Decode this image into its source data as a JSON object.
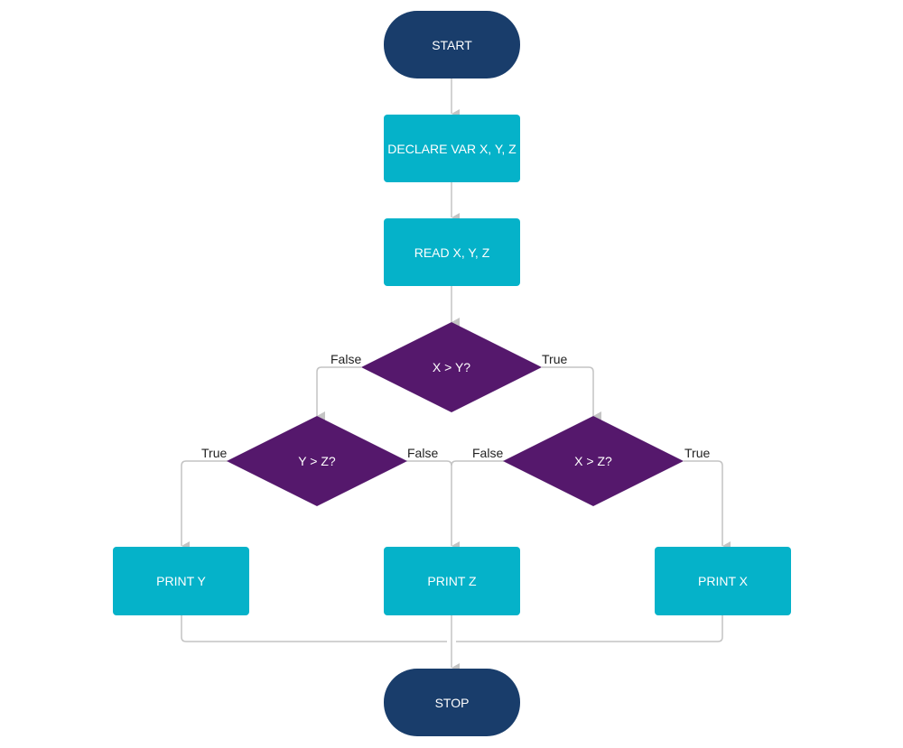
{
  "colors": {
    "terminal": "#193d6b",
    "process": "#05b2c9",
    "decision": "#55186c",
    "connector": "#c4c4c4",
    "node_text": "#ffffff",
    "label_text": "#222222"
  },
  "nodes": {
    "start": "START",
    "declare": "DECLARE VAR X, Y, Z",
    "read": "READ X, Y, Z",
    "decision_xy": "X > Y?",
    "decision_yz": "Y > Z?",
    "decision_xz": "X > Z?",
    "print_y": "PRINT Y",
    "print_z": "PRINT Z",
    "print_x": "PRINT X",
    "stop": "STOP"
  },
  "edge_labels": {
    "xy_false": "False",
    "xy_true": "True",
    "yz_true": "True",
    "yz_false": "False",
    "xz_false": "False",
    "xz_true": "True"
  }
}
